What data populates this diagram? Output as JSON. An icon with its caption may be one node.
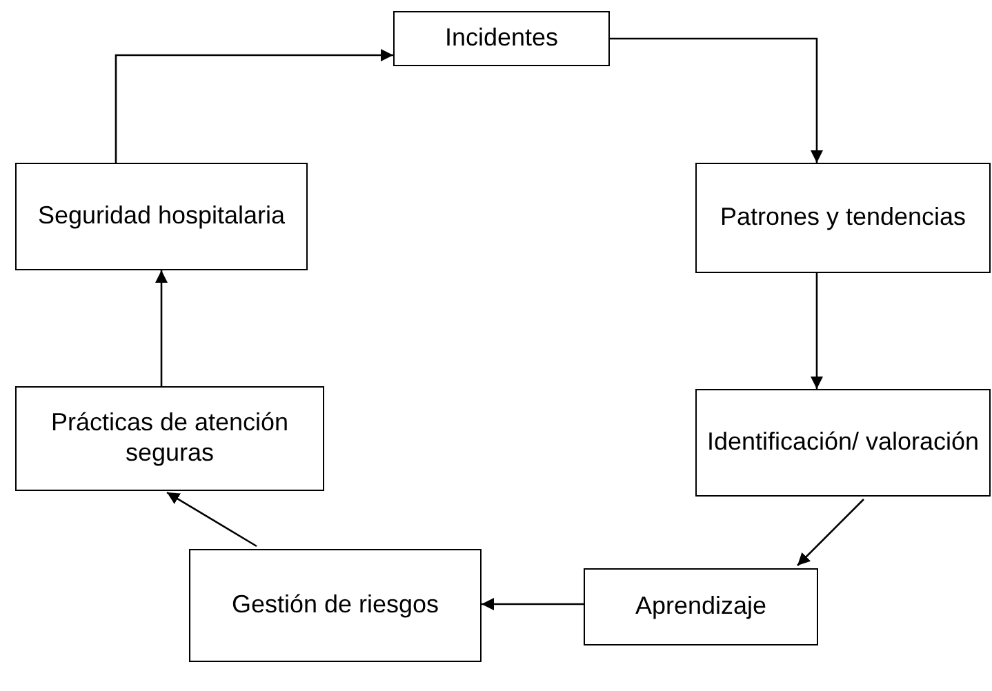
{
  "diagram": {
    "nodes": [
      {
        "text": [
          "Incidentes"
        ]
      },
      {
        "text": [
          "Patrones y tendencias"
        ]
      },
      {
        "text": [
          "Identificación/ valoración"
        ]
      },
      {
        "text": [
          "Aprendizaje"
        ]
      },
      {
        "text": [
          "Gestión de riesgos"
        ]
      },
      {
        "text": [
          "Prácticas de atención seguras"
        ]
      },
      {
        "text": [
          "Seguridad hospitalaria"
        ]
      }
    ],
    "edges": [
      {
        "from": 0,
        "to": 1,
        "arrow": "to"
      },
      {
        "from": 1,
        "to": 2,
        "arrow": "to"
      },
      {
        "from": 2,
        "to": 3,
        "arrow": "to"
      },
      {
        "from": 3,
        "to": 4,
        "arrow": "to"
      },
      {
        "from": 4,
        "to": 5,
        "arrow": "to"
      },
      {
        "from": 5,
        "to": 6,
        "arrow": "to"
      },
      {
        "from": 6,
        "to": 0,
        "arrow": "to"
      }
    ]
  }
}
